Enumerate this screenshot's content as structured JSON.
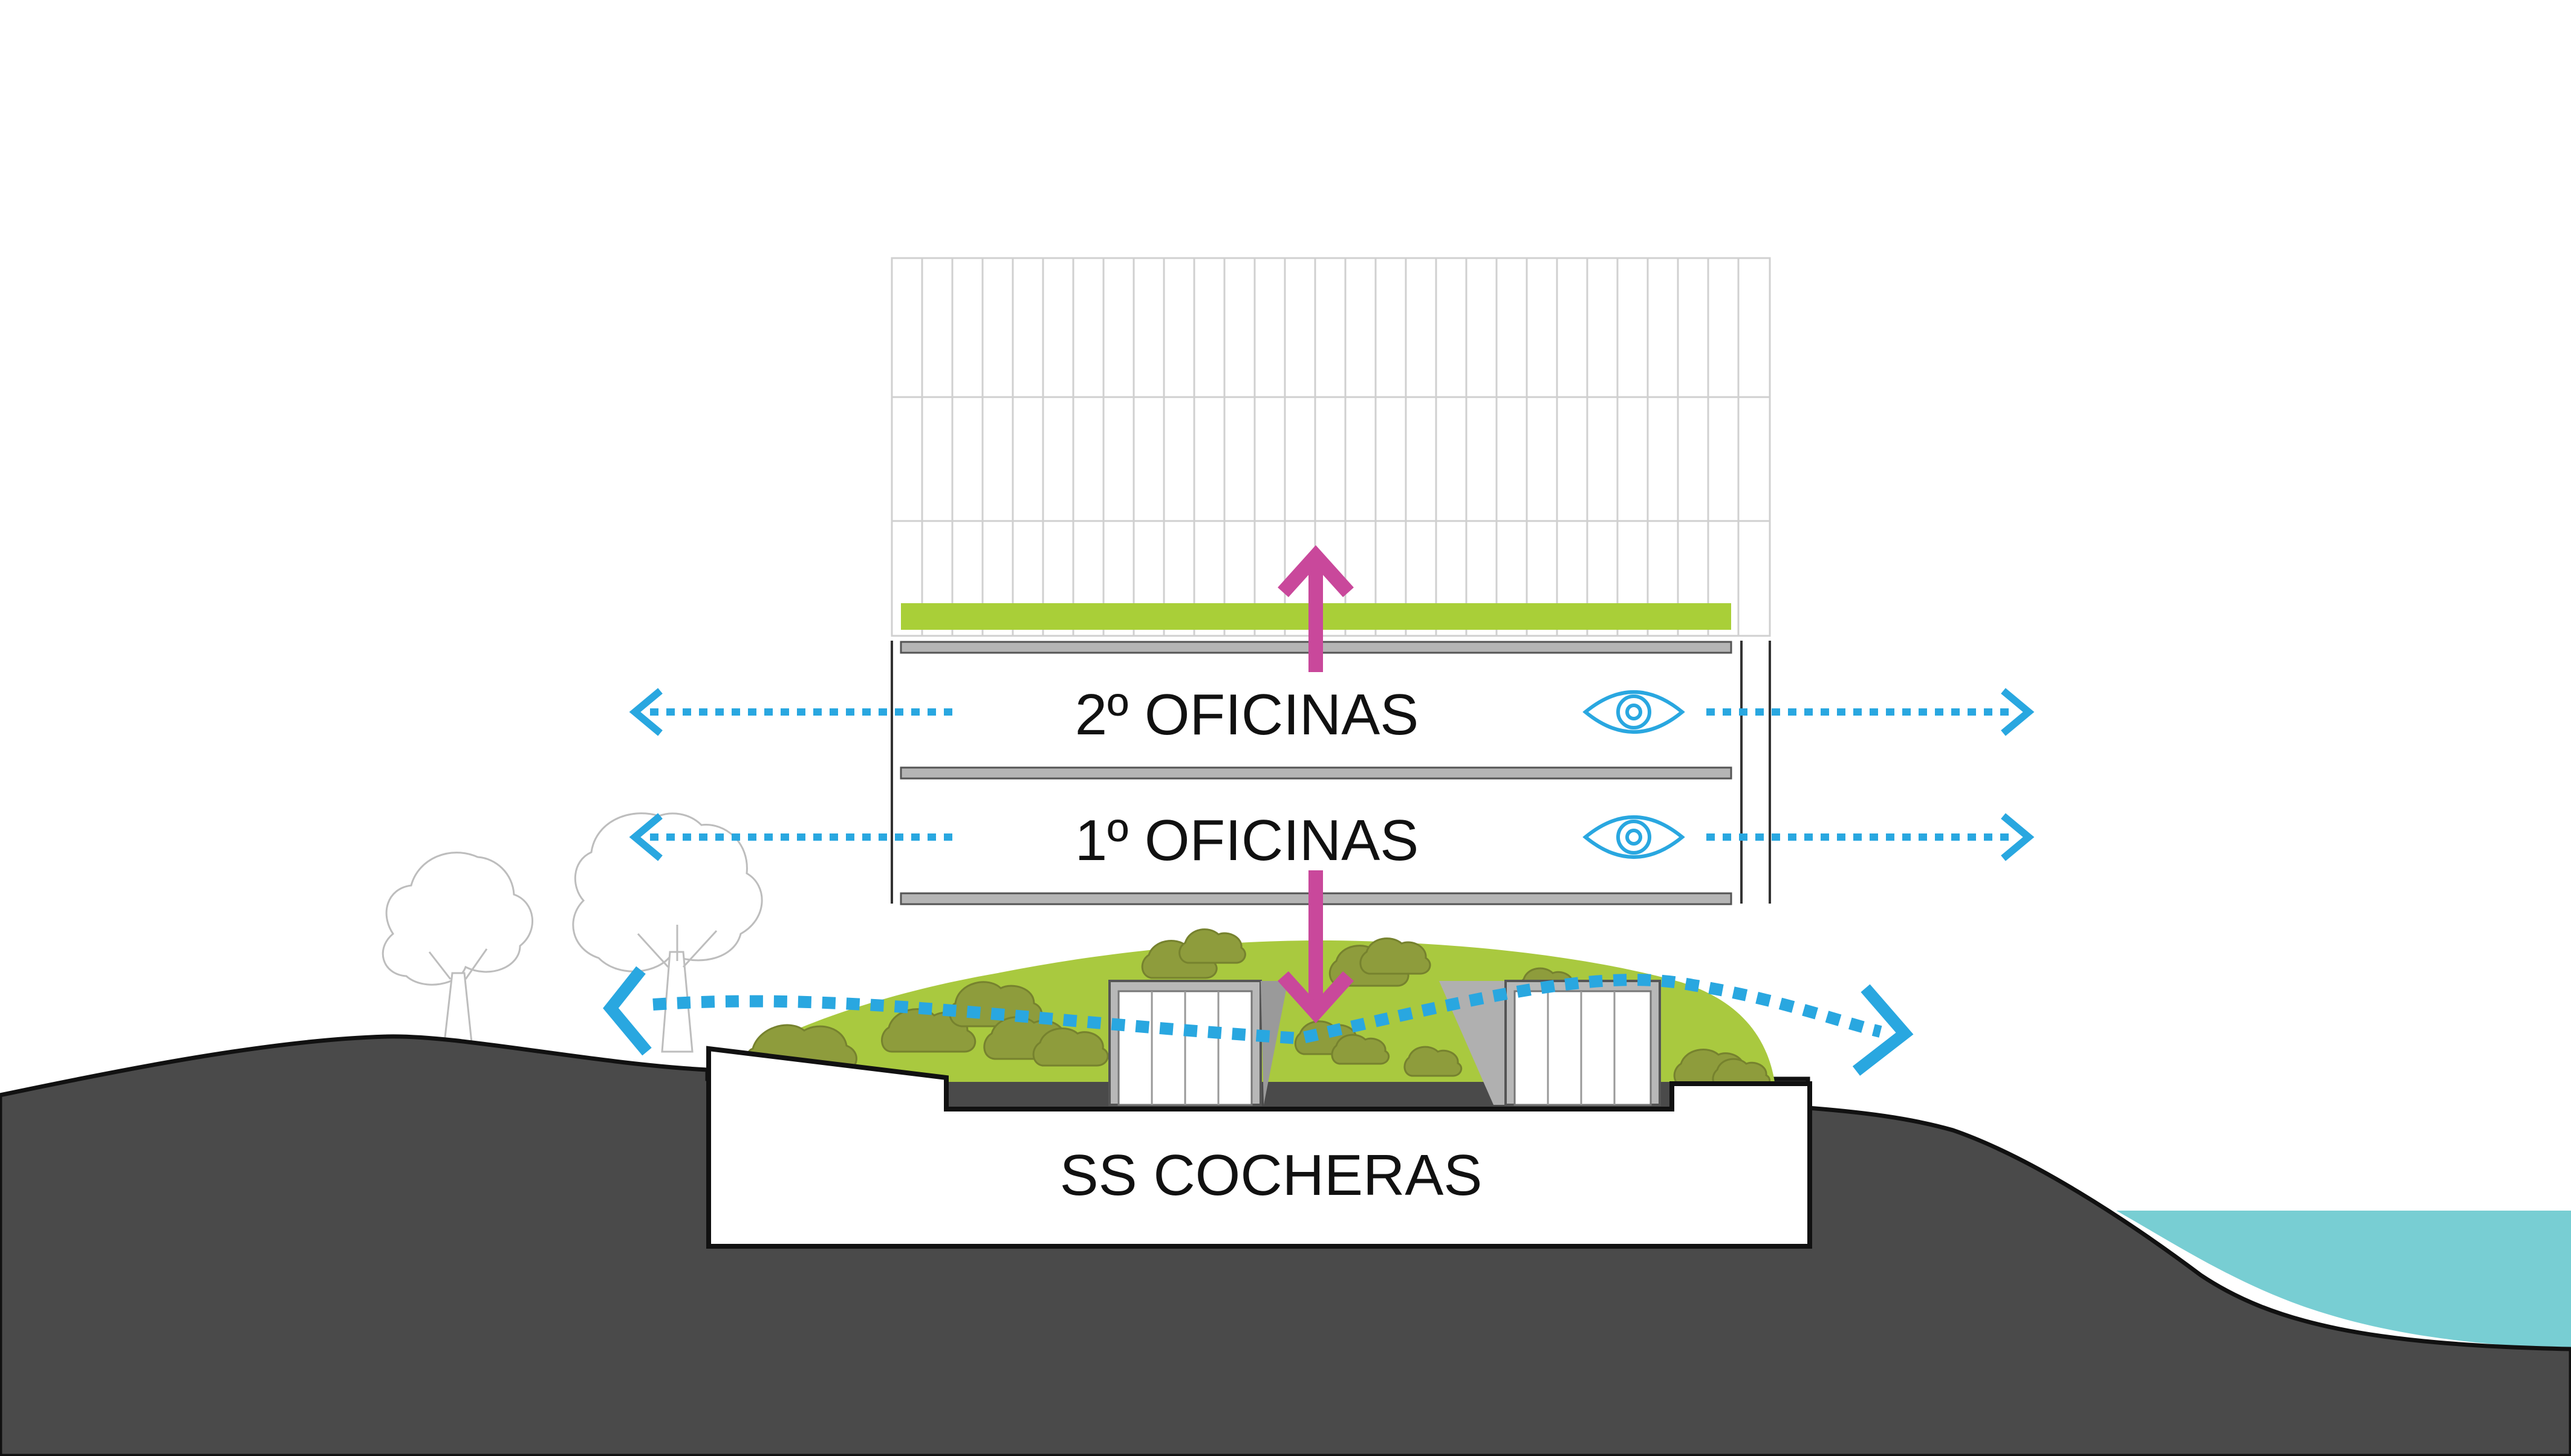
{
  "labels": {
    "floor_2": "2º OFICINAS",
    "floor_1": "1º OFICINAS",
    "basement": "SS COCHERAS"
  },
  "icons": {
    "view_floor_2": "eye-icon",
    "view_floor_1": "eye-icon",
    "flow_up": "arrow-up-icon",
    "flow_down": "arrow-down-icon"
  },
  "colors": {
    "ground": "#4a4a4a",
    "lawn": "#a9c93f",
    "green_roof": "#a9cf38",
    "shrubs": "#8e9c3c",
    "water": "#78ced3",
    "view_arrows": "#29a7e0",
    "circulation_arrows": "#c9489b",
    "slabs": "#b5b5b5",
    "facade_lines": "#d0d0d0",
    "walls": "#111111"
  }
}
